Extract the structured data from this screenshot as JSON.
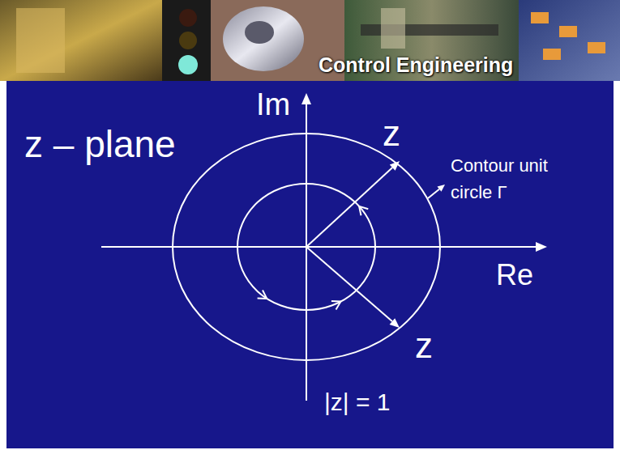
{
  "diagram": {
    "title": "Control Engineering",
    "labels": [
      "z – plane",
      "Im",
      "z",
      "Contour unit circle Γ",
      "Re",
      "z",
      "|z| = 1"
    ]
  }
}
